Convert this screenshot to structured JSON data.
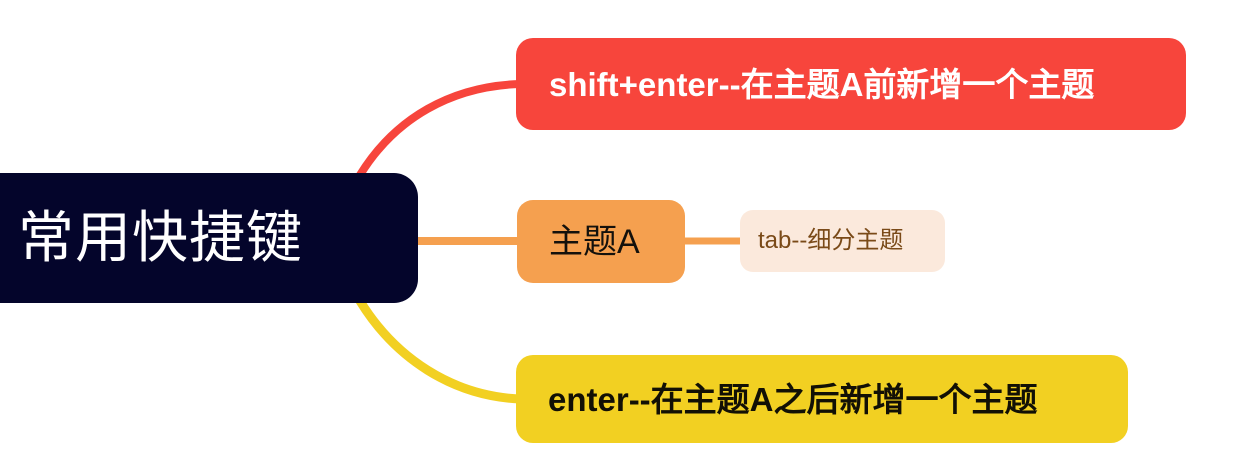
{
  "diagram": {
    "type": "mind-map",
    "title": "常用快捷键",
    "background_color": "#FFFFFF",
    "root": {
      "label": "常用快捷键",
      "fill_color": "#04052B",
      "text_color": "#FFFFFF"
    },
    "branches": [
      {
        "id": "shift-enter",
        "label": "shift+enter--在主题A前新增一个主题",
        "fill_color": "#F7453C",
        "text_color": "#FFFFFF",
        "connector_color": "#F7453C",
        "connector_style": "curved"
      },
      {
        "id": "topic-a",
        "label": "主题A",
        "fill_color": "#F5A04F",
        "text_color": "#14110C",
        "connector_color": "#F5A04F",
        "connector_style": "straight",
        "children": [
          {
            "id": "tab",
            "label": "tab--细分主题",
            "fill_color": "#FBE9DC",
            "text_color": "#7A4A18",
            "connector_color": "#F5A04F",
            "connector_style": "straight"
          }
        ]
      },
      {
        "id": "enter",
        "label": "enter--在主题A之后新增一个主题",
        "fill_color": "#F2D022",
        "text_color": "#121005",
        "connector_color": "#F2D022",
        "connector_style": "curved"
      }
    ]
  }
}
